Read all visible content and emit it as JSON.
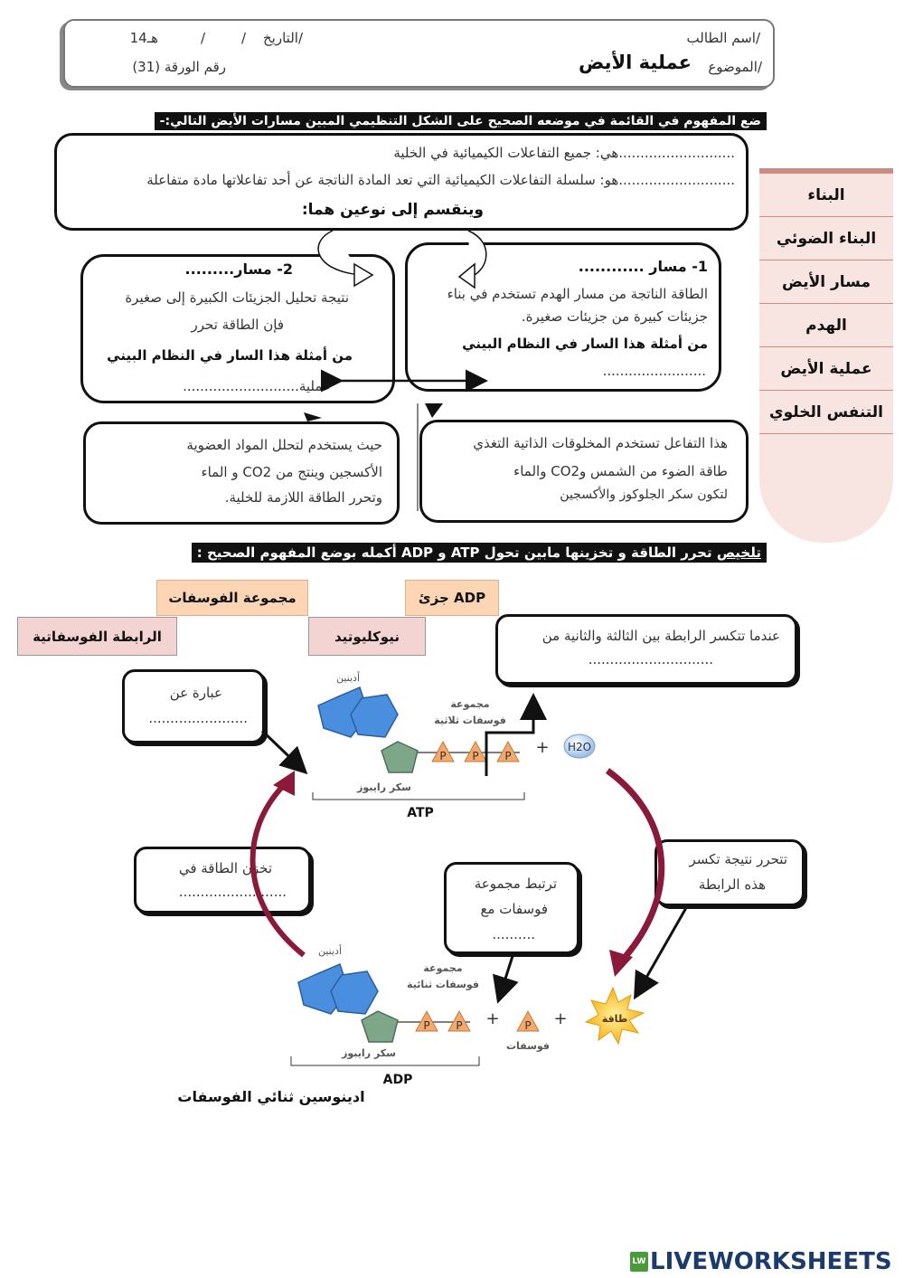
{
  "header": {
    "student_name": "اسم الطالب/",
    "date_label": "التاريخ/",
    "date_slash1": "/",
    "date_slash2": "/",
    "year": "14هـ",
    "subject_label": "الموضوع/",
    "subject_title": "عملية الأيض",
    "sheet_number": "رقم الورقة (31)"
  },
  "section1": {
    "instruction": "ضع المفهوم في القائمة في موضعه الصحيح على الشكل التنظيمي المبين مسارات الأيض التالي:-",
    "top_line1": "...........................هي: جميع التفاعلات الكيميائية في الخلية",
    "top_line2": "...........................هو: سلسلة التفاعلات الكيميائية التي تعد المادة الناتجة عن أحد تفاعلاتها مادة متفاعلة",
    "top_line3": "وينقسم إلى نوعين هما:",
    "path1_title": "1- مسار ............",
    "path1_text1": "الطاقة الناتجة من مسار الهدم تستخدم في بناء",
    "path1_text2": "جزيئات كبيرة من جزيئات صغيرة.",
    "path1_example": "من أمثلة هذا السار في النظام البيني",
    "path1_blank": "........................",
    "path2_title": "2- مسار.........",
    "path2_text1": "نتيجة تحليل الجزيئات الكبيرة إلى صغيرة",
    "path2_text2": "فإن الطاقة تحرر",
    "path2_example": "من أمثلة هذا السار في النظام البيني",
    "path2_blank": "عملية...........................",
    "box3_line1": "هذا التفاعل تستخدم المخلوقات الذاتية التغذي",
    "box3_line2": "طاقة الضوء من الشمس وCO2 والماء",
    "box3_line3": "لتكون سكر الجلوكوز والأكسجين",
    "box4_line1": "حيث يستخدم لتحلل المواد العضوية",
    "box4_line2": "الأكسجين وينتج من CO2 و الماء",
    "box4_line3": "وتحرر الطاقة اللازمة للخلية."
  },
  "sidebar": {
    "items": [
      "البناء",
      "البناء الضوئي",
      "مسار الأيض",
      "الهدم",
      "عملية الأيض",
      "التنفس الخلوي"
    ]
  },
  "section2": {
    "instruction_prefix": "تلخيص",
    "instruction_rest": " تحرر الطاقة و تخزينها مابين تحول ATP و ADP أكمله بوضع المفهوم الصحيح :",
    "concepts": {
      "phosphate_group": "مجموعة الفوسفات",
      "adp_molecule": "جزئ ADP",
      "phosphate_bond": "الرابطة الفوسفاتية",
      "nucleotide": "نيوكليوتيد"
    },
    "q_break": "عندما تتكسر الرابطة بين الثالثة والثانية من",
    "q_break_blank": ".............................",
    "q_is": "عبارة عن",
    "q_is_blank": ".......................",
    "q_store": "تخزن الطاقة في",
    "q_store_blank": ".........................",
    "q_bind_1": "ترتبط مجموعة",
    "q_bind_2": "فوسفات مع",
    "q_bind_blank": "..........",
    "q_release_1": "تتحرر نتيجة تكسر",
    "q_release_2": "هذه الرابطة",
    "adenine": "أدينين",
    "triphosphate_1": "مجموعة",
    "triphosphate_2": "فوسفات ثلاثية",
    "ribose": "سكر رايبوز",
    "atp": "ATP",
    "h2o": "H2O",
    "plus": "+",
    "p": "P",
    "diphosphate_1": "مجموعة",
    "diphosphate_2": "فوسفات ثنائية",
    "adp": "ADP",
    "phosphate": "فوسفات",
    "energy": "طاقة",
    "adp_name": "ادينوسين ثنائي الفوسفات"
  },
  "footer": {
    "logo_text": "LIVEWORKSHEETS",
    "logo_badge": "LW"
  },
  "colors": {
    "peach": "#fcd5b4",
    "pink": "#f4d4d2",
    "sidebar_bg": "#f8e4e0",
    "cycle_arrow": "#8b1a3a",
    "adenine_blue": "#4a8ee0",
    "ribose_green": "#7da788",
    "phosphate_orange": "#f4a86a"
  }
}
